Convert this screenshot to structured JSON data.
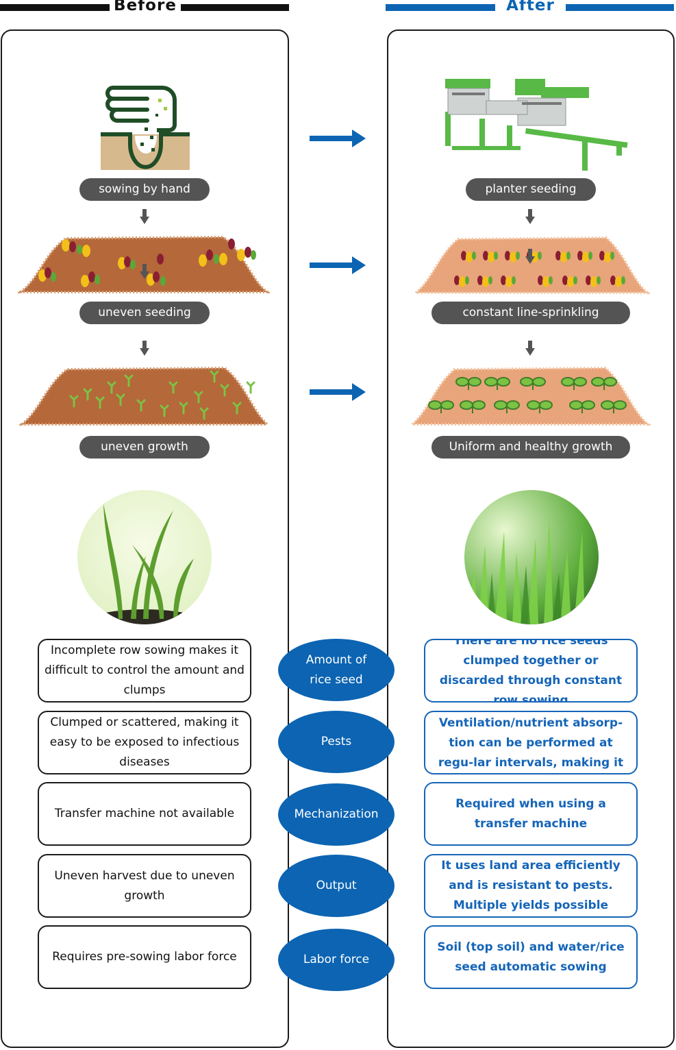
{
  "headers": {
    "before": "Before",
    "after": "After"
  },
  "before_steps": [
    "sowing by hand",
    "uneven seeding",
    "uneven growth"
  ],
  "after_steps": [
    "planter seeding",
    "constant line-sprinkling",
    "Uniform and healthy growth"
  ],
  "categories": [
    {
      "label": "Amount of\nrice seed",
      "before": "Incomplete row sowing makes it difficult to control the amount and clumps",
      "after": "There are no rice seeds clumped together or discarded through constant row sowing"
    },
    {
      "label": "Pests",
      "before": "Clumped or scattered, making it easy to be exposed to infectious diseases",
      "after": "Ventilation/nutrient absorp-tion can be performed at regu-lar intervals, making it resis-"
    },
    {
      "label": "Mechanization",
      "before": "Transfer machine not available",
      "after": "Required when using a transfer machine"
    },
    {
      "label": "Output",
      "before": "Uneven harvest due to uneven growth",
      "after": "It uses land area efficiently and is resistant to pests.\nMultiple yields possible"
    },
    {
      "label": "Labor force",
      "before": "Requires pre-sowing labor force",
      "after": "Soil (top soil) and water/rice seed automatic sowing"
    }
  ],
  "colors": {
    "before_accent": "#111111",
    "after_accent": "#0c64b2",
    "pill": "#545454",
    "soil_dark": "#b5683a",
    "soil_light": "#e8a47a",
    "sprout": "#7cc243"
  }
}
